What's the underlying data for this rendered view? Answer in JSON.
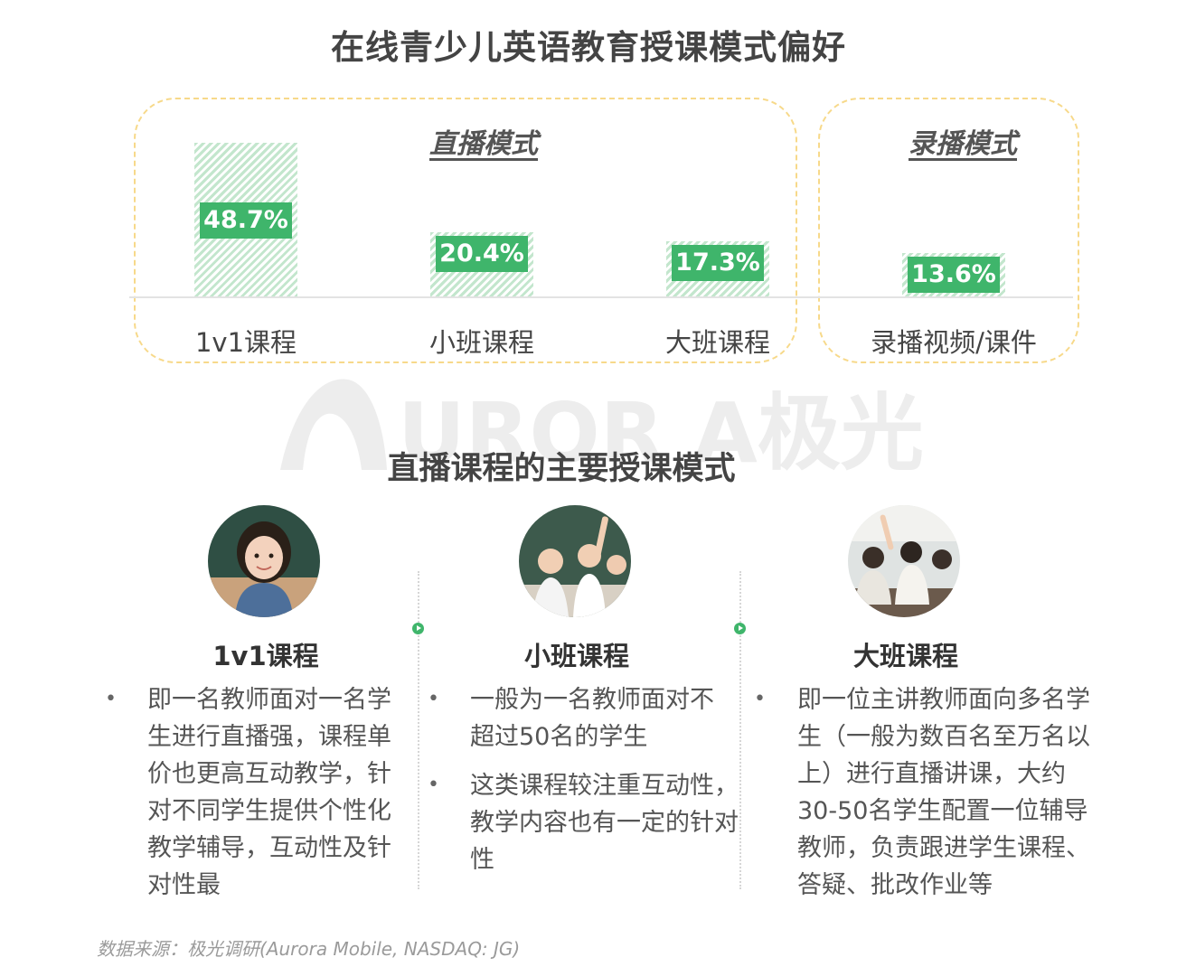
{
  "title": "在线青少儿英语教育授课模式偏好",
  "chart_data": {
    "type": "bar",
    "groups": [
      "直播模式",
      "录播模式"
    ],
    "categories": [
      "1v1课程",
      "小班课程",
      "大班课程",
      "录播视频/课件"
    ],
    "values": [
      48.7,
      20.4,
      17.3,
      13.6
    ],
    "value_labels": [
      "48.7%",
      "20.4%",
      "17.3%",
      "13.6%"
    ],
    "unit": "%",
    "colors": {
      "label_bg": "#3fb56b",
      "bar_hatch": "#c3e6cd",
      "frame": "#f7d98a"
    },
    "grid": false,
    "legend": "none"
  },
  "watermark": "UROR A极光",
  "section_title": "直播课程的主要授课模式",
  "columns": [
    {
      "title": "1v1课程",
      "image_icon": "child-portrait-photo",
      "bullets": [
        "即一名教师面对一名学生进行直播强，课程单价也更高互动教学，针对不同学生提供个性化教学辅导，互动性及针对性最"
      ]
    },
    {
      "title": "小班课程",
      "image_icon": "classroom-hands-raised-photo",
      "bullets": [
        "一般为一名教师面对不超过50名的学生",
        "这类课程较注重互动性，教学内容也有一定的针对性"
      ]
    },
    {
      "title": "大班课程",
      "image_icon": "large-class-photo",
      "bullets": [
        "即一位主讲教师面向多名学生（一般为数百名至万名以上）进行直播讲课，大约30-50名学生配置一位辅导教师，负责跟进学生课程、答疑、批改作业等"
      ]
    }
  ],
  "bullet_symbol": "•",
  "source": "数据来源：极光调研(Aurora Mobile, NASDAQ: JG)"
}
